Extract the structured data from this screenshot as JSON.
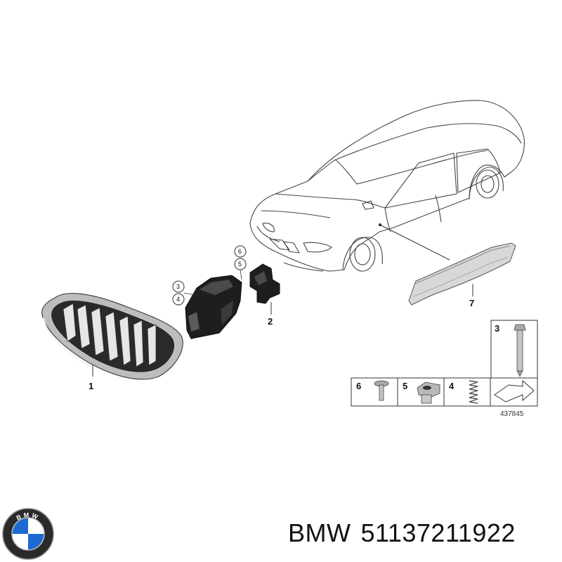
{
  "diagram": {
    "callouts": {
      "grille": "1",
      "bracket": "2",
      "screw_top": "3",
      "spring_top": "4",
      "nut_top": "5",
      "bolt_top": "6",
      "trim_strip": "7"
    },
    "parts_box": {
      "screw_label": "3",
      "bolt_label": "6",
      "nut_label": "5",
      "spring_label": "4",
      "reference_number": "437845"
    }
  },
  "footer": {
    "brand": "BMW",
    "part_number": "51137211922",
    "logo_letters": "BMW"
  },
  "colors": {
    "line": "#333333",
    "chrome": "#c8c8c8",
    "dark_part": "#1e1e1e",
    "logo_blue": "#1c69d4"
  }
}
